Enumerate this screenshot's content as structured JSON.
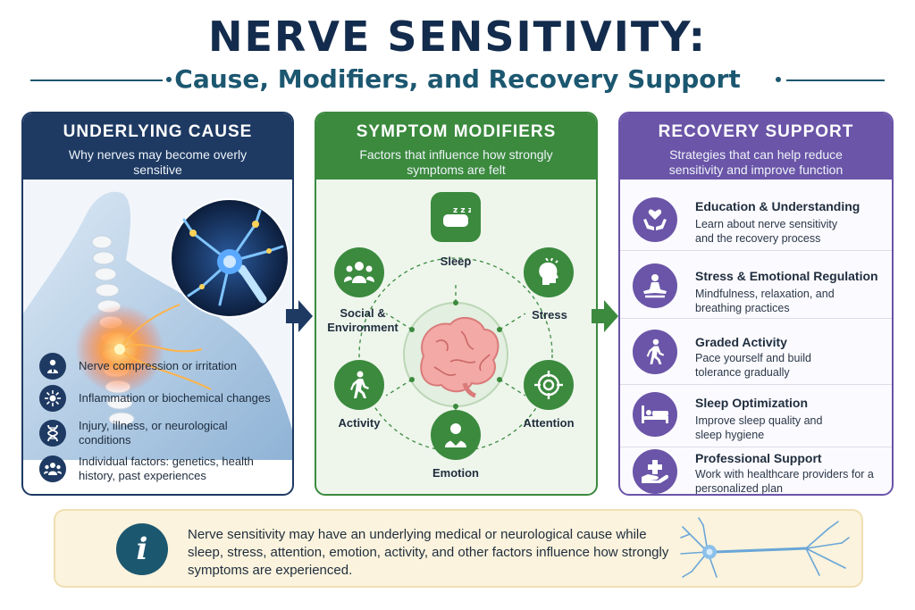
{
  "header": {
    "title": "NERVE SENSITIVITY:",
    "subtitle": "Cause, Modifiers, and Recovery Support"
  },
  "colors": {
    "navy": "#1e3a63",
    "green": "#3b8a3e",
    "purple": "#6a55a8",
    "teal": "#1c5770",
    "info_bg": "#fbf3dd"
  },
  "panels": {
    "cause": {
      "title": "UNDERLYING CAUSE",
      "subtitle": "Why nerves may become overly sensitive",
      "items": [
        {
          "icon": "doctor-icon",
          "text": "Nerve compression or irritation"
        },
        {
          "icon": "inflammation-icon",
          "text": "Inflammation or biochemical changes"
        },
        {
          "icon": "dna-icon",
          "text": "Injury, illness, or neurological conditions"
        },
        {
          "icon": "people-icon",
          "text": "Individual factors: genetics, health history, past experiences"
        }
      ]
    },
    "modifiers": {
      "title": "SYMPTOM MODIFIERS",
      "subtitle": "Factors that influence how strongly symptoms are felt",
      "nodes": [
        {
          "icon": "sleep-icon",
          "label": "Sleep"
        },
        {
          "icon": "stress-icon",
          "label": "Stress"
        },
        {
          "icon": "attention-icon",
          "label": "Attention"
        },
        {
          "icon": "emotion-icon",
          "label": "Emotion"
        },
        {
          "icon": "activity-icon",
          "label": "Activity"
        },
        {
          "icon": "social-icon",
          "label": "Social & Environment"
        }
      ]
    },
    "recovery": {
      "title": "RECOVERY SUPPORT",
      "subtitle": "Strategies that can help reduce sensitivity and improve function",
      "items": [
        {
          "icon": "heart-hands-icon",
          "title": "Education & Understanding",
          "desc": "Learn about nerve sensitivity and the recovery process"
        },
        {
          "icon": "meditation-icon",
          "title": "Stress & Emotional Regulation",
          "desc": "Mindfulness, relaxation, and breathing practices"
        },
        {
          "icon": "walking-icon",
          "title": "Graded Activity",
          "desc": "Pace yourself and build tolerance gradually"
        },
        {
          "icon": "bed-icon",
          "title": "Sleep Optimization",
          "desc": "Improve sleep quality and sleep hygiene"
        },
        {
          "icon": "care-hand-icon",
          "title": "Professional Support",
          "desc": "Work with healthcare providers for a personalized plan"
        }
      ]
    }
  },
  "info": {
    "icon": "info-icon",
    "glyph": "i",
    "text": "Nerve sensitivity may have an underlying medical or neurological cause while sleep, stress, attention, emotion, activity, and other factors influence how strongly symptoms are experienced."
  }
}
